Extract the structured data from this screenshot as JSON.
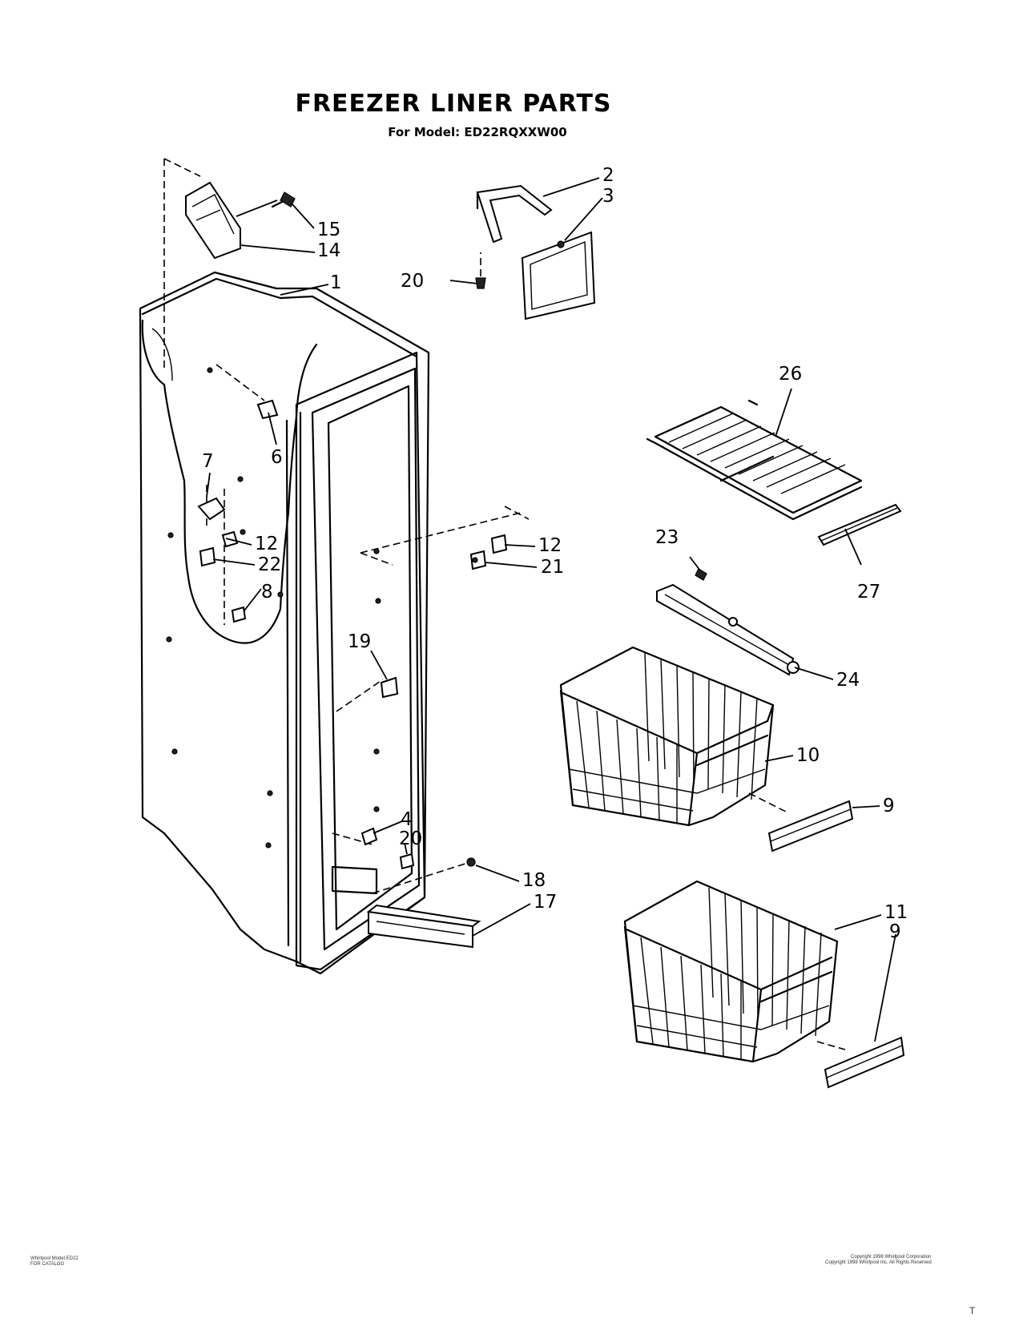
{
  "header": {
    "title": "FREEZER LINER PARTS",
    "subtitle": "For Model: ED22RQXXW00"
  },
  "callouts": [
    {
      "id": "c1",
      "text": "1"
    },
    {
      "id": "c2",
      "text": "2"
    },
    {
      "id": "c3",
      "text": "3"
    },
    {
      "id": "c4",
      "text": "4"
    },
    {
      "id": "c6",
      "text": "6"
    },
    {
      "id": "c7",
      "text": "7"
    },
    {
      "id": "c8",
      "text": "8"
    },
    {
      "id": "c9a",
      "text": "9"
    },
    {
      "id": "c9b",
      "text": "9"
    },
    {
      "id": "c10",
      "text": "10"
    },
    {
      "id": "c11",
      "text": "11"
    },
    {
      "id": "c12a",
      "text": "12"
    },
    {
      "id": "c12b",
      "text": "12"
    },
    {
      "id": "c14",
      "text": "14"
    },
    {
      "id": "c15",
      "text": "15"
    },
    {
      "id": "c17",
      "text": "17"
    },
    {
      "id": "c18",
      "text": "18"
    },
    {
      "id": "c19",
      "text": "19"
    },
    {
      "id": "c20a",
      "text": "20"
    },
    {
      "id": "c20b",
      "text": "20"
    },
    {
      "id": "c21",
      "text": "21"
    },
    {
      "id": "c22",
      "text": "22"
    },
    {
      "id": "c23",
      "text": "23"
    },
    {
      "id": "c24",
      "text": "24"
    },
    {
      "id": "c26",
      "text": "26"
    },
    {
      "id": "c27",
      "text": "27"
    }
  ],
  "footer": {
    "left_line1": "Whirlpool Model ED22",
    "left_line2": "FOR CATALOG",
    "right_line1": "Copyright 1998 Whirlpool Corporation",
    "right_line2": "Copyright 1998 Whirlpool Inc. All Rights Reserved",
    "corner_mark": "T"
  }
}
